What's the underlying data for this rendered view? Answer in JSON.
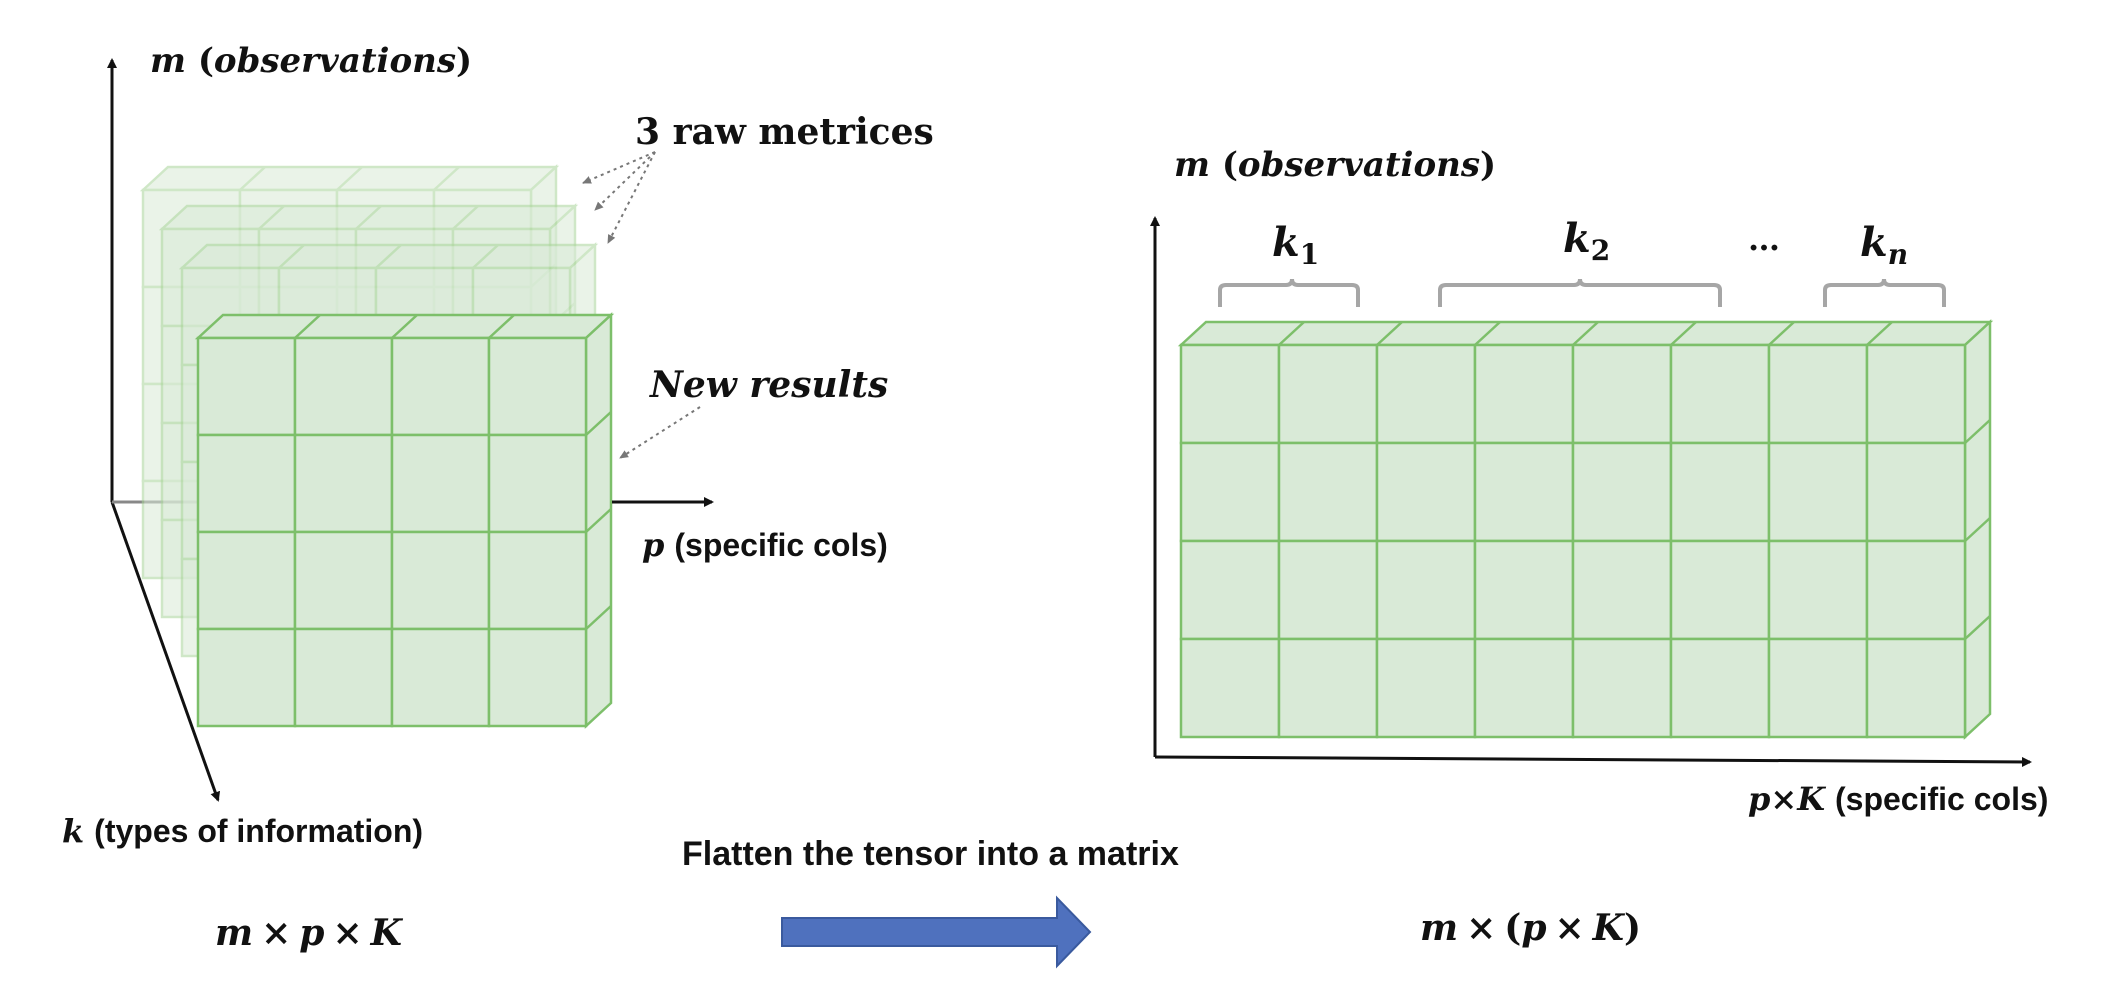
{
  "left": {
    "axis_m": {
      "var": "m",
      "desc": "observations"
    },
    "axis_p": {
      "var": "p",
      "desc": "(specific cols)"
    },
    "axis_k": {
      "var": "k",
      "desc": "(types of information)"
    },
    "raw_label": "3 raw metrices",
    "new_label": "New results",
    "formula": {
      "a": "m",
      "b": "p",
      "c": "K",
      "op": "×"
    },
    "grid": {
      "rows": 4,
      "cols": 4,
      "layers": 4
    }
  },
  "right": {
    "axis_m": {
      "var": "m",
      "desc": "observations"
    },
    "axis_px": {
      "a": "p",
      "op": "×",
      "b": "K",
      "desc": "(specific cols)"
    },
    "groups": [
      {
        "base": "k",
        "sub": "1"
      },
      {
        "base": "k",
        "sub": "2"
      },
      {
        "ellipsis": "…"
      },
      {
        "base": "k",
        "sub": "n"
      }
    ],
    "formula": {
      "a": "m",
      "op": "×",
      "b": "p",
      "c": "K"
    },
    "grid": {
      "rows": 4,
      "cols": 8
    }
  },
  "transform_label": "Flatten the tensor into a matrix",
  "colors": {
    "cell_fill": "#d9ead7",
    "cell_stroke": "#7dbf6a",
    "ghost_stroke": "#a9d59a",
    "bracket": "#a6a6a6",
    "arrow_fill": "#4f71be",
    "arrow_stroke": "#3a5a9e",
    "axis": "#111111"
  }
}
